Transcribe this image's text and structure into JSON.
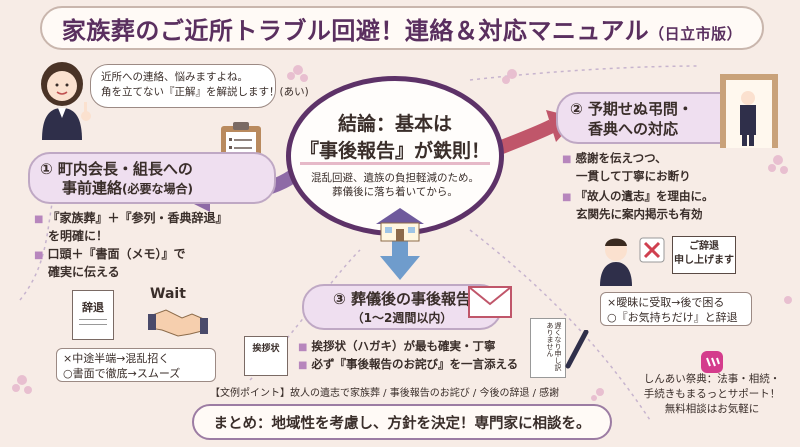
{
  "title": {
    "main": "家族葬のご近所トラブル回避！連絡＆対応マニュアル",
    "sub": "（日立市版）"
  },
  "speech": {
    "line1": "近所への連絡、悩みますよね。",
    "line2": "角を立てない『正解』を解説します！(あい)"
  },
  "center": {
    "line1": "結論：基本は",
    "line2": "『事後報告』が鉄則！",
    "line3": "混乱回避、遺族の負担軽減のため。",
    "line4": "葬儀後に落ち着いてから。"
  },
  "section1": {
    "heading1": "① 町内会長・組長への",
    "heading2": "事前連絡",
    "heading_note": "(必要な場合)",
    "b1a": "『家族葬』＋『参列・香典辞退』",
    "b1b": "を明確に！",
    "b2a": "口頭＋『書面（メモ）』で",
    "b2b": "確実に伝える",
    "doc_label": "辞退",
    "wait_label": "Wait",
    "note1": "×中途半端→混乱招く",
    "note2": "○書面で徹底→スムーズ"
  },
  "section2": {
    "heading1": "② 予期せぬ弔問・",
    "heading2": "香典への対応",
    "b1a": "感謝を伝えつつ、",
    "b1b": "一貫して丁寧にお断り",
    "b2a": "『故人の遺志』を理由に。",
    "b2b": "玄関先に案内掲示も有効",
    "sign1": "ご辞退",
    "sign2": "申し上げます",
    "note1": "×曖昧に受取→後で困る",
    "note2": "○『お気持ちだけ』と辞退"
  },
  "section3": {
    "heading1": "③ 葬儀後の事後報告",
    "heading2": "（1〜2週間以内）",
    "card_label": "挨拶状",
    "b1": "挨拶状（ハガキ）が最も確実・丁寧",
    "b2": "必ず『事後報告のお詫び』を一言添える",
    "letter": "遅くなり申し訳ありません"
  },
  "tip": "【文例ポイント】故人の遺志で家族葬 / 事後報告のお詫び / 今後の辞退 / 感謝",
  "summary": "まとめ：地域性を考慮し、方針を決定！専門家に相談を。",
  "support": {
    "line1": "しんあい祭典：法事・相続・",
    "line2": "手続きもまるっとサポート！",
    "line3": "無料相談はお気軽に"
  },
  "colors": {
    "purple": "#5d3268",
    "pill": "#efdff0",
    "arrow_red": "#c0566a",
    "arrow_purple": "#8e6aa6",
    "arrow_blue": "#6f9ccc",
    "background": "#f7ece6"
  }
}
